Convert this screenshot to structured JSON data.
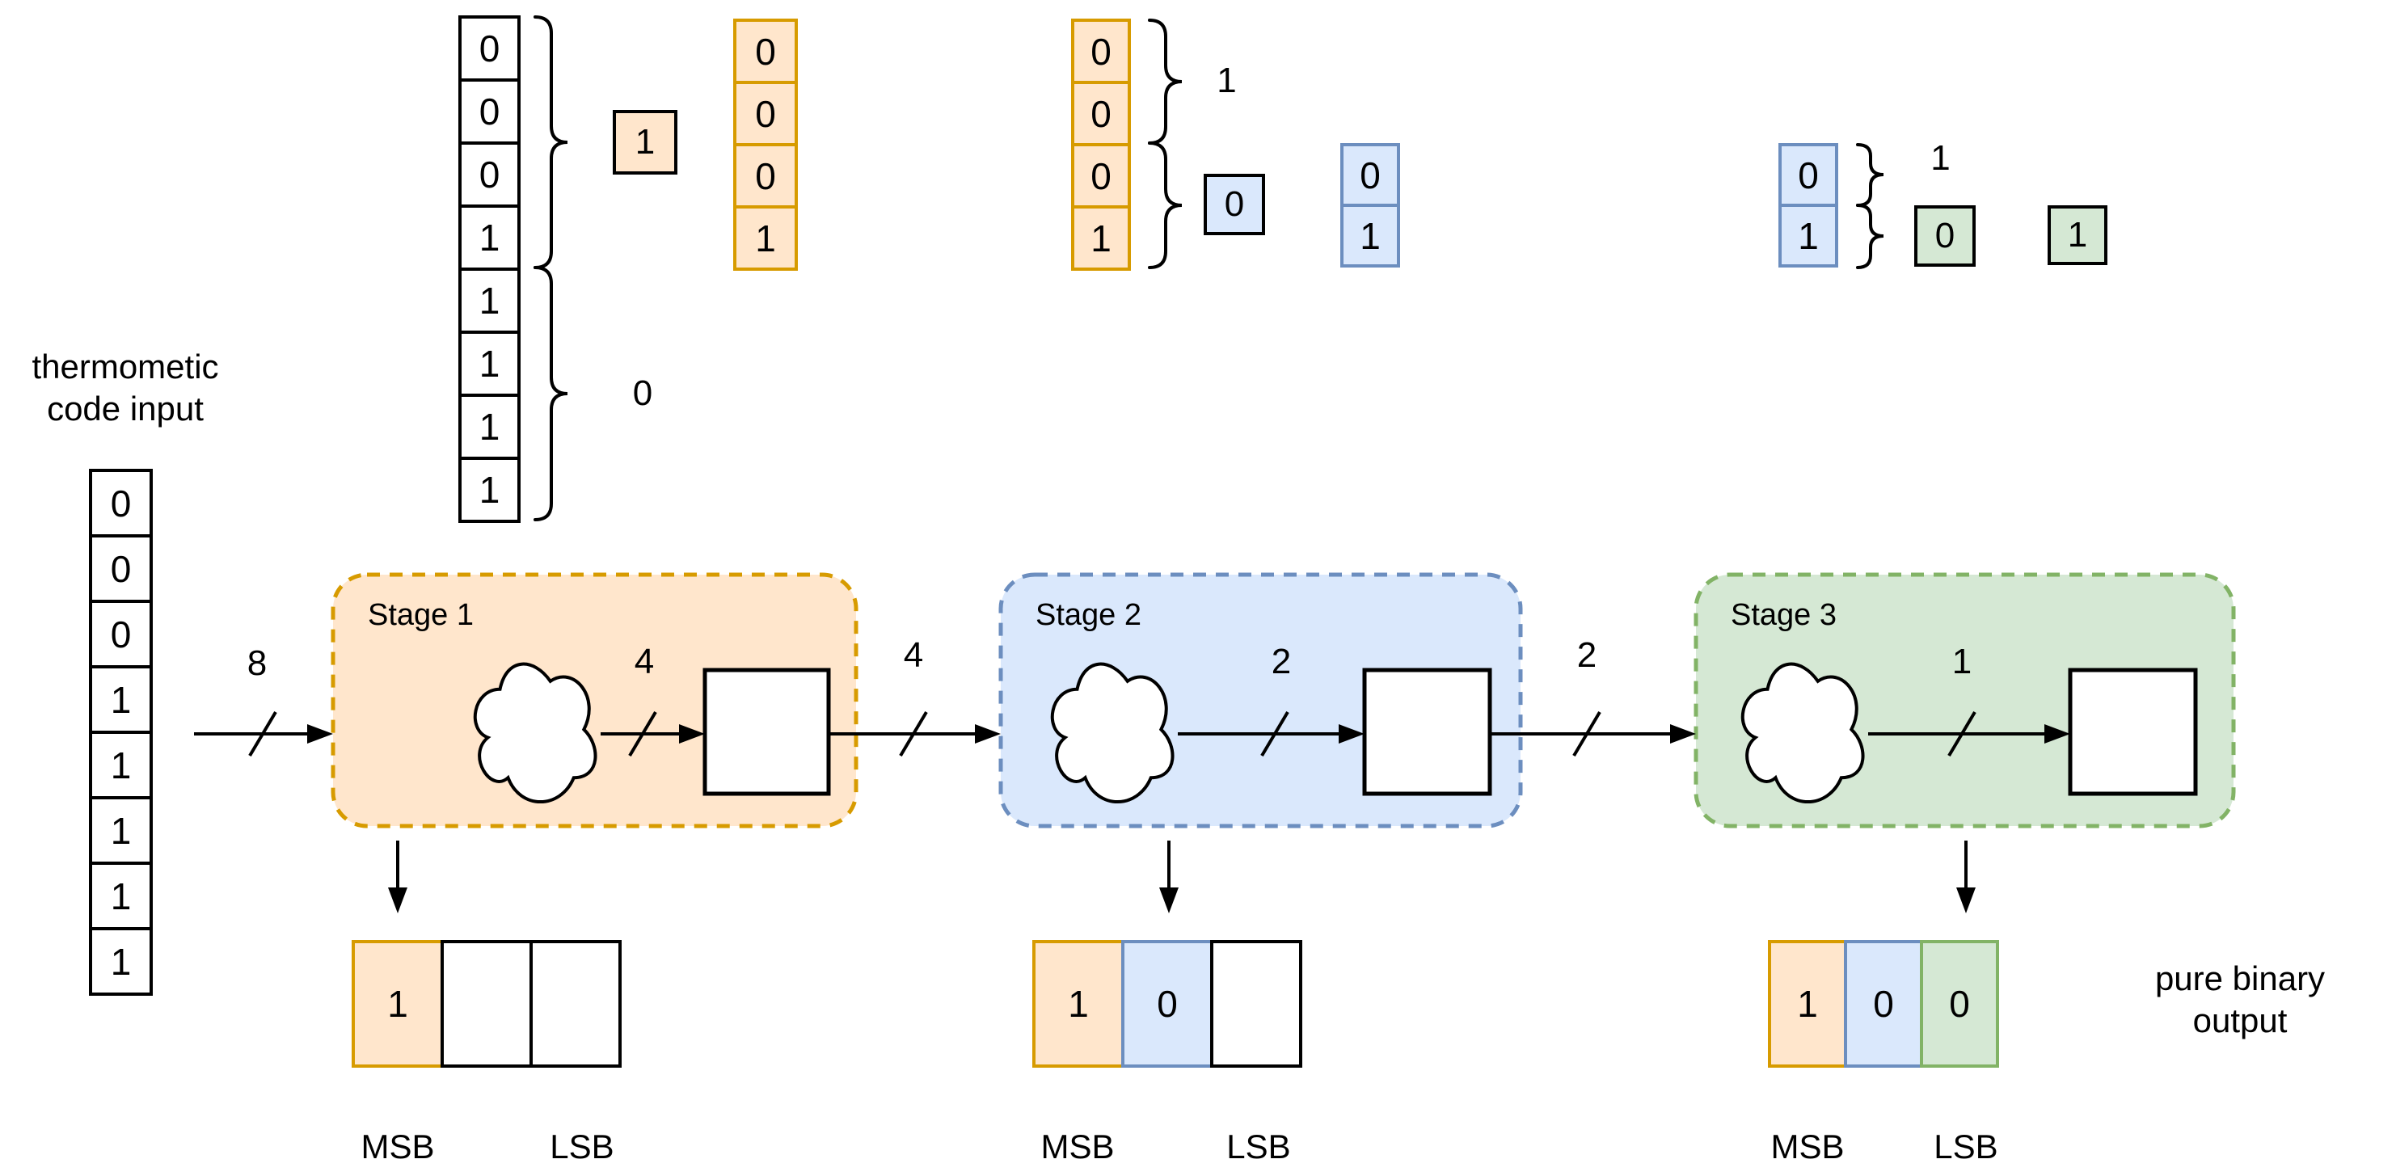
{
  "colors": {
    "orange_fill": "#FFE6CC",
    "orange_stroke": "#D79B00",
    "blue_fill": "#DAE8FC",
    "blue_stroke": "#6C8EBF",
    "green_fill": "#D5E8D4",
    "green_stroke": "#82B366",
    "line": "#000000"
  },
  "input": {
    "caption_line1": "thermometic",
    "caption_line2": "code input",
    "cells": [
      "0",
      "0",
      "0",
      "1",
      "1",
      "1",
      "1",
      "1"
    ],
    "bus_width": "8"
  },
  "walkthrough": {
    "step1": {
      "cells": [
        "0",
        "0",
        "0",
        "1",
        "1",
        "1",
        "1",
        "1"
      ],
      "selected_bit": "1",
      "rejected_bit": "0",
      "result": [
        "0",
        "0",
        "0",
        "1"
      ]
    },
    "step2": {
      "cells": [
        "0",
        "0",
        "0",
        "1"
      ],
      "rejected_bit": "1",
      "selected_bit": "0",
      "result": [
        "0",
        "1"
      ]
    },
    "step3": {
      "cells": [
        "0",
        "1"
      ],
      "rejected_bit": "1",
      "selected_bit": "0",
      "result": [
        "1"
      ]
    }
  },
  "stages": [
    {
      "label": "Stage 1",
      "internal_bus": "4",
      "output_bus": "4"
    },
    {
      "label": "Stage 2",
      "internal_bus": "2",
      "output_bus": "2"
    },
    {
      "label": "Stage 3",
      "internal_bus": "1"
    }
  ],
  "registers": [
    {
      "cells": [
        "1",
        "",
        ""
      ],
      "msb": "MSB",
      "lsb": "LSB"
    },
    {
      "cells": [
        "1",
        "0",
        ""
      ],
      "msb": "MSB",
      "lsb": "LSB"
    },
    {
      "cells": [
        "1",
        "0",
        "0"
      ],
      "msb": "MSB",
      "lsb": "LSB"
    }
  ],
  "output": {
    "caption_line1": "pure binary",
    "caption_line2": "output"
  }
}
